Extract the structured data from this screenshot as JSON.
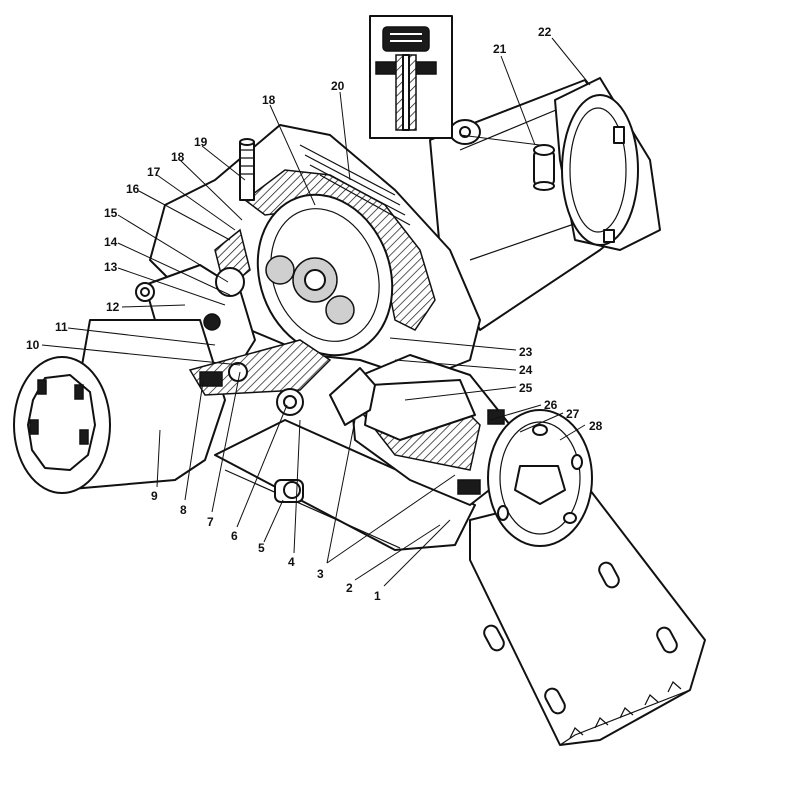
{
  "diagram": {
    "labels": [
      {
        "id": "1",
        "text": "1"
      },
      {
        "id": "2",
        "text": "2"
      },
      {
        "id": "3",
        "text": "3"
      },
      {
        "id": "4",
        "text": "4"
      },
      {
        "id": "5",
        "text": "5"
      },
      {
        "id": "6",
        "text": "6"
      },
      {
        "id": "7",
        "text": "7"
      },
      {
        "id": "8",
        "text": "8"
      },
      {
        "id": "9",
        "text": "9"
      },
      {
        "id": "10",
        "text": "10"
      },
      {
        "id": "11",
        "text": "11"
      },
      {
        "id": "12",
        "text": "12"
      },
      {
        "id": "13",
        "text": "13"
      },
      {
        "id": "14",
        "text": "14"
      },
      {
        "id": "15",
        "text": "15"
      },
      {
        "id": "16",
        "text": "16"
      },
      {
        "id": "17",
        "text": "17"
      },
      {
        "id": "18a",
        "text": "18"
      },
      {
        "id": "18b",
        "text": "18"
      },
      {
        "id": "19",
        "text": "19"
      },
      {
        "id": "20",
        "text": "20"
      },
      {
        "id": "21",
        "text": "21"
      },
      {
        "id": "22",
        "text": "22"
      },
      {
        "id": "23",
        "text": "23"
      },
      {
        "id": "24",
        "text": "24"
      },
      {
        "id": "25",
        "text": "25"
      },
      {
        "id": "26",
        "text": "26"
      },
      {
        "id": "27",
        "text": "27"
      },
      {
        "id": "28",
        "text": "28"
      }
    ]
  }
}
